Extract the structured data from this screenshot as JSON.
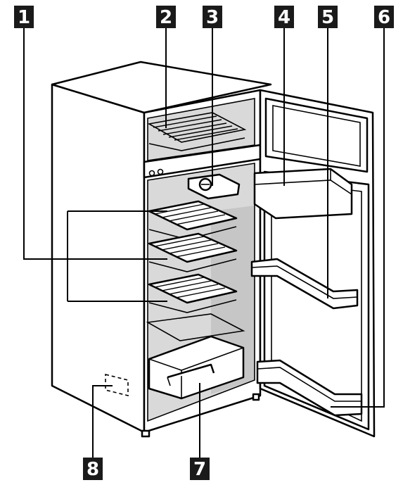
{
  "figure": {
    "callouts": [
      {
        "id": "callout-1",
        "number": "1"
      },
      {
        "id": "callout-2",
        "number": "2"
      },
      {
        "id": "callout-3",
        "number": "3"
      },
      {
        "id": "callout-4",
        "number": "4"
      },
      {
        "id": "callout-5",
        "number": "5"
      },
      {
        "id": "callout-6",
        "number": "6"
      },
      {
        "id": "callout-7",
        "number": "7"
      },
      {
        "id": "callout-8",
        "number": "8"
      }
    ],
    "colors": {
      "badge": "#1a1a1a",
      "badge_text": "#ffffff",
      "interior_shade": "#d9d9d9",
      "line": "#000000"
    }
  }
}
